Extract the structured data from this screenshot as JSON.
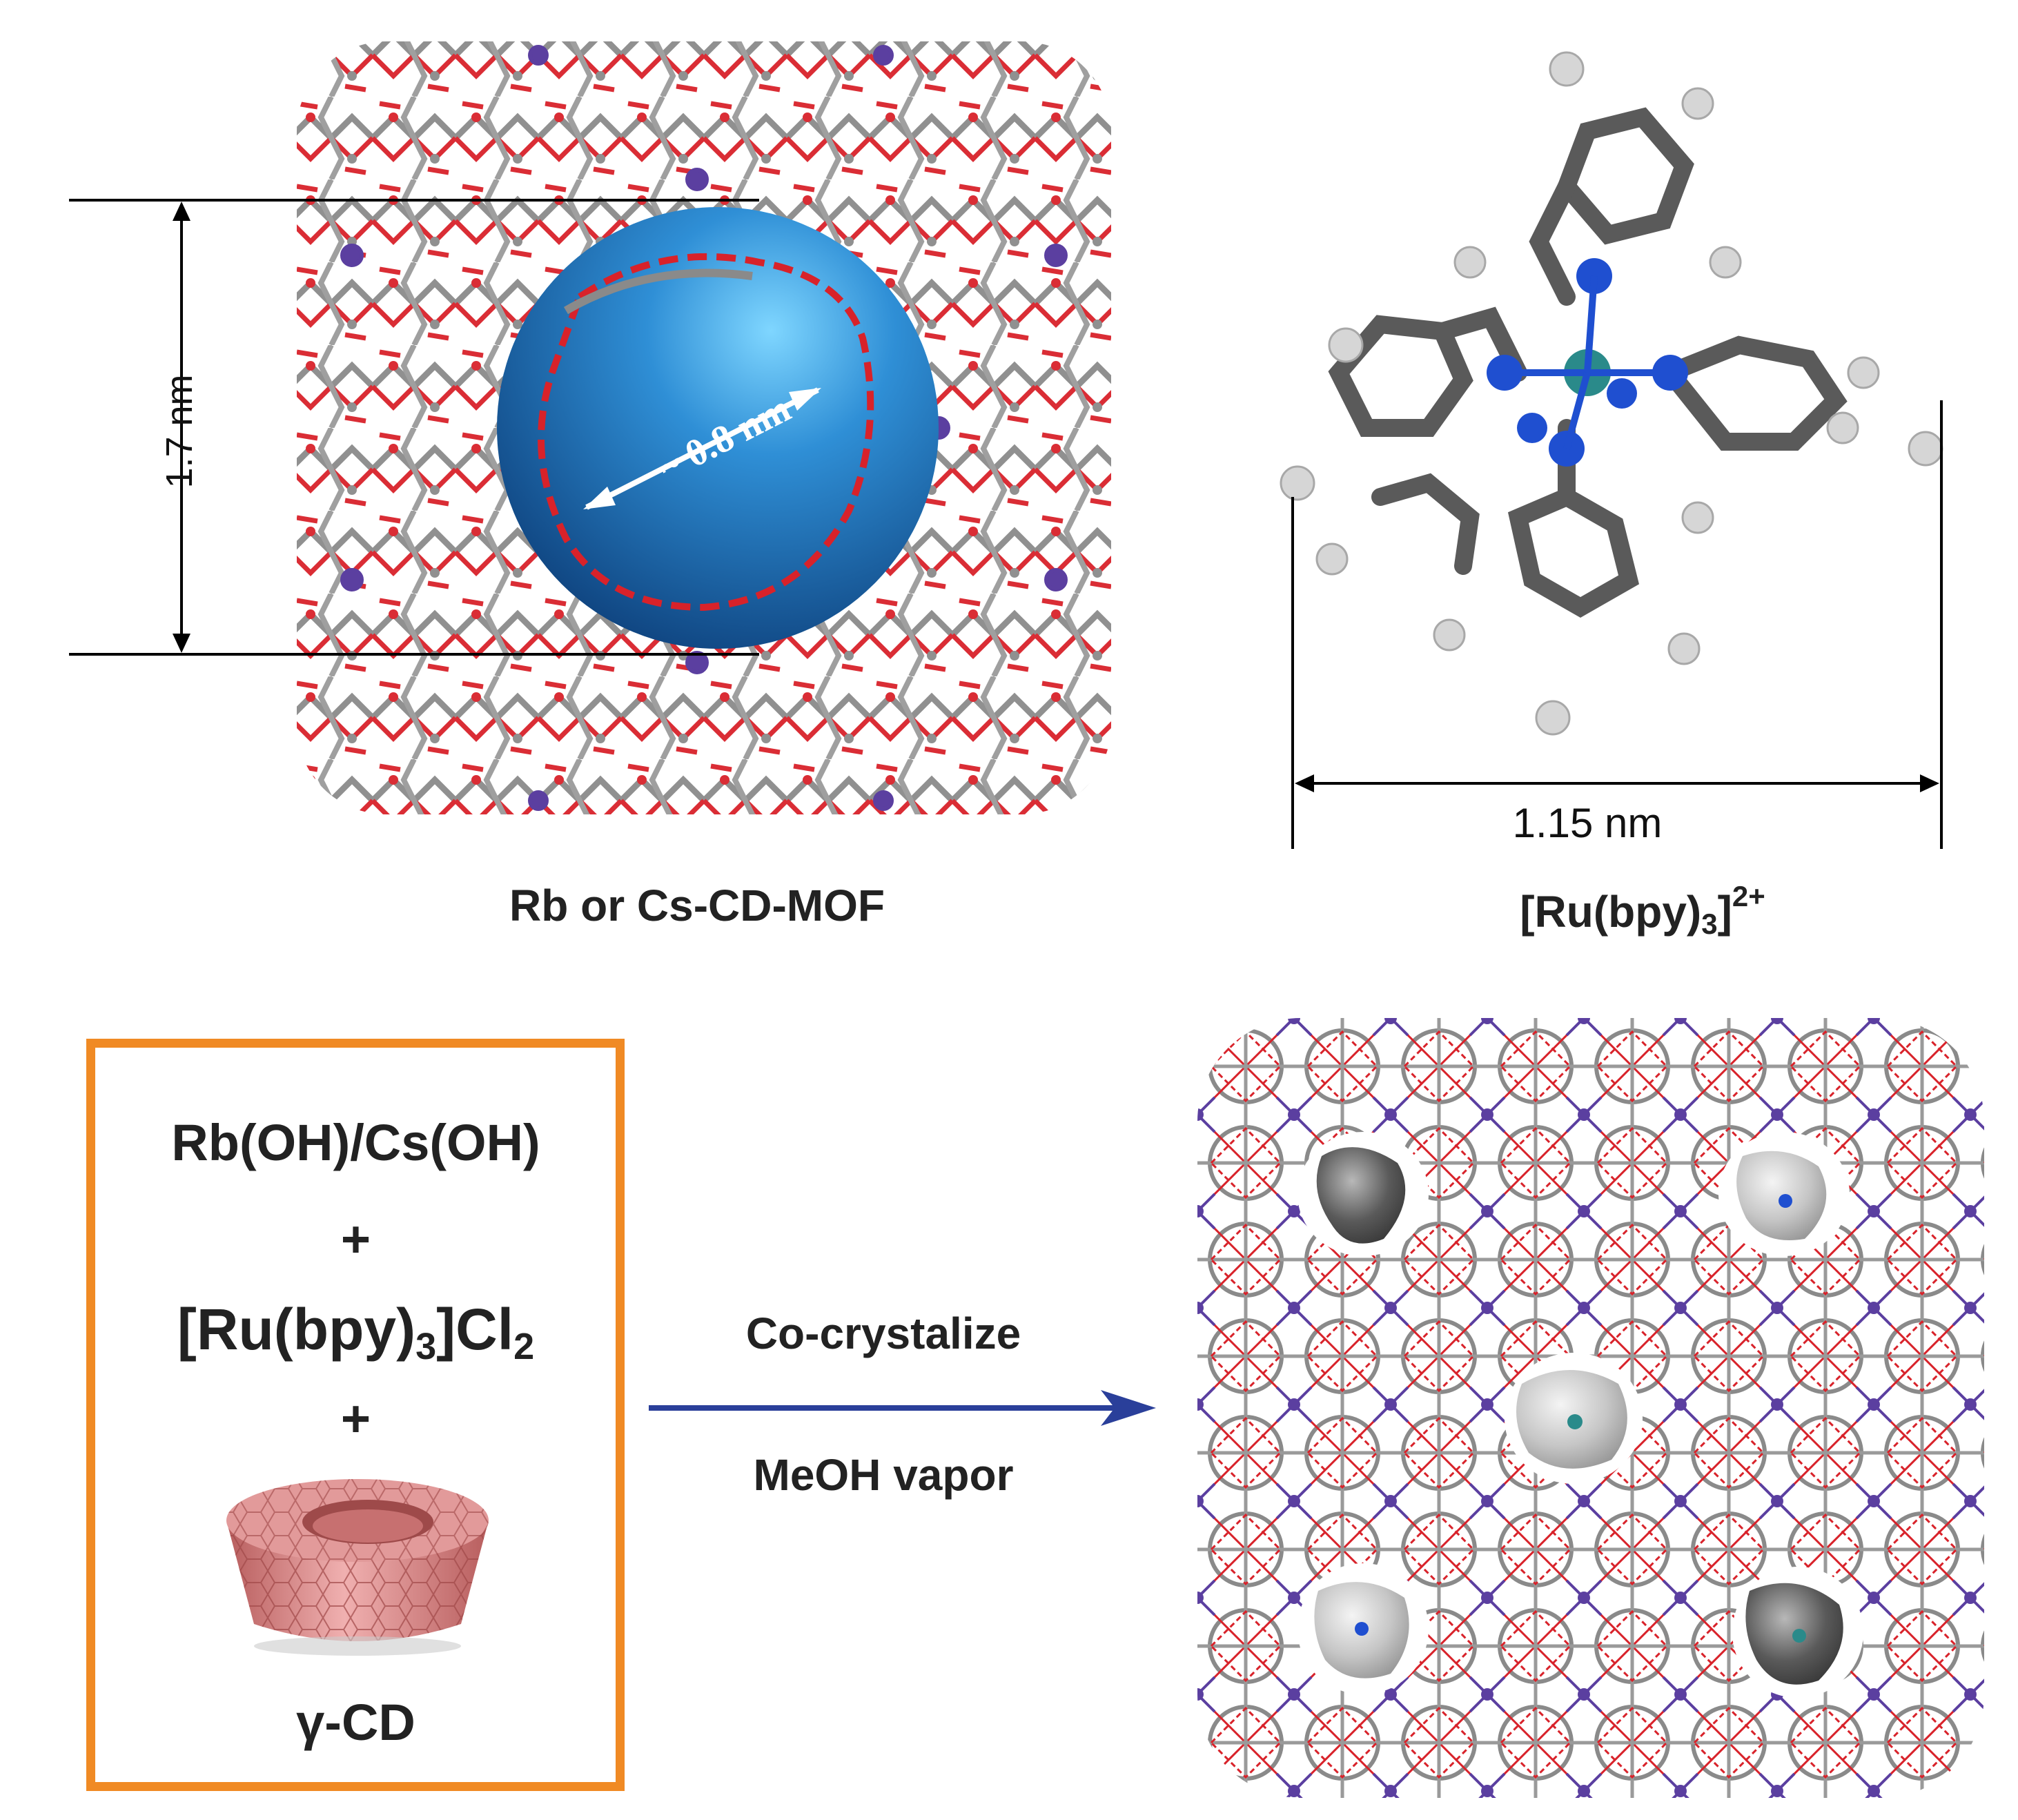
{
  "top_left": {
    "caption": "Rb or Cs-CD-MOF",
    "height_dimension": "1.7 nm",
    "pore_dimension": "~ 0.8 nm"
  },
  "top_right": {
    "caption_main": "[Ru(bpy)",
    "caption_sub": "3",
    "caption_close": "]",
    "caption_sup": "2+",
    "width_dimension": "1.15 nm"
  },
  "reactants": {
    "line1": "Rb(OH)/Cs(OH)",
    "plus1": "+",
    "line2_main": "[Ru(bpy)",
    "line2_sub1": "3",
    "line2_mid": "]Cl",
    "line2_sub2": "2",
    "plus2": "+",
    "cd_label": "γ-CD"
  },
  "arrow": {
    "top_label": "Co-crystalize",
    "bottom_label": "MeOH vapor"
  },
  "colors": {
    "oxygen_red": "#d8222a",
    "carbon_gray": "#8a8a8a",
    "metal_purple": "#5b3fa0",
    "pore_blue": "#1f6fb5",
    "ruthenium_teal": "#2a8a8a",
    "nitrogen_blue": "#1f4fd0",
    "box_orange": "#f08a24",
    "arrow_navy": "#2a3f9a",
    "cd_pink": "#d98585"
  }
}
